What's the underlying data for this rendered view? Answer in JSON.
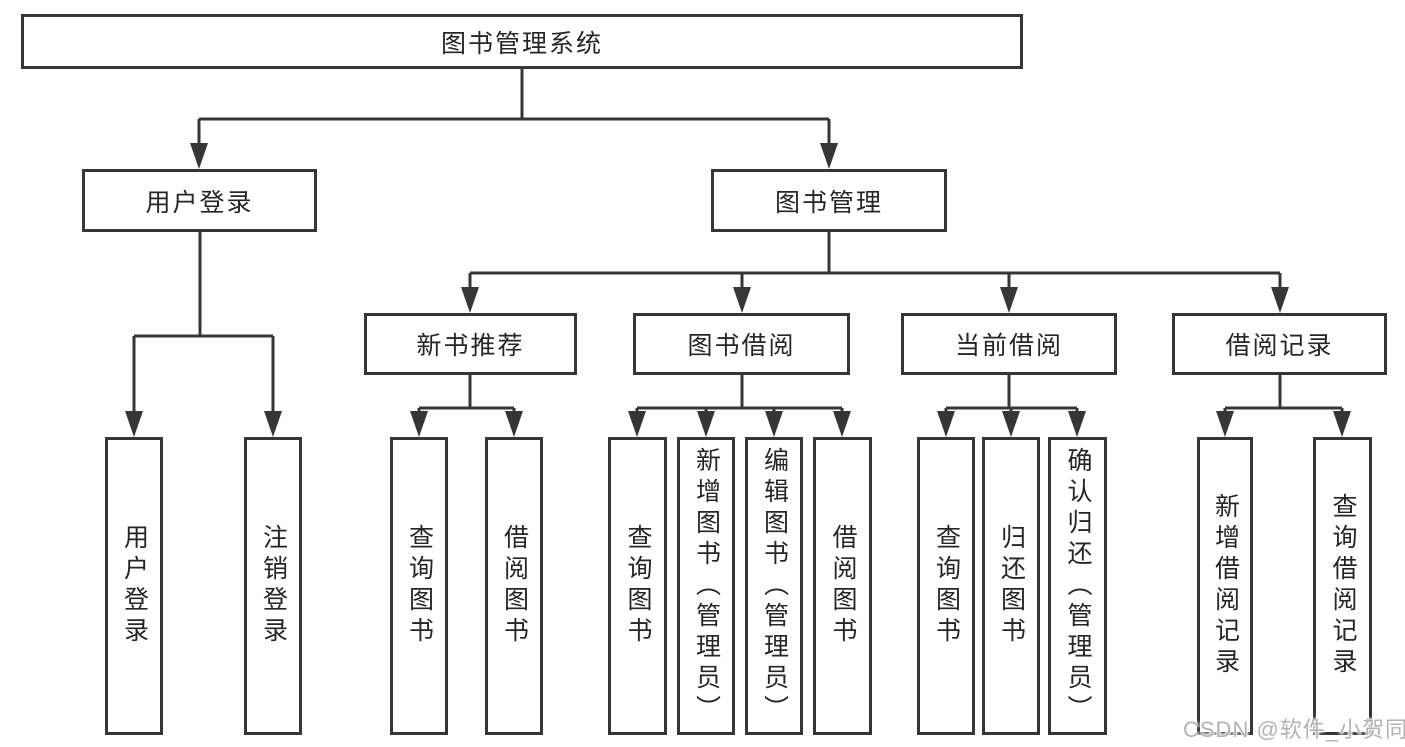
{
  "tree": {
    "label": "图书管理系统",
    "children": [
      {
        "label": "用户登录",
        "children": [
          {
            "label": "用户登录"
          },
          {
            "label": "注销登录"
          }
        ]
      },
      {
        "label": "图书管理",
        "children": [
          {
            "label": "新书推荐",
            "children": [
              {
                "label": "查询图书"
              },
              {
                "label": "借阅图书"
              }
            ]
          },
          {
            "label": "图书借阅",
            "children": [
              {
                "label": "查询图书"
              },
              {
                "label": "新增图书（管理员）"
              },
              {
                "label": "编辑图书（管理员）"
              },
              {
                "label": "借阅图书"
              }
            ]
          },
          {
            "label": "当前借阅",
            "children": [
              {
                "label": "查询图书"
              },
              {
                "label": "归还图书"
              },
              {
                "label": "确认归还（管理员）"
              }
            ]
          },
          {
            "label": "借阅记录",
            "children": [
              {
                "label": "新增借阅记录"
              },
              {
                "label": "查询借阅记录"
              }
            ]
          }
        ]
      }
    ]
  },
  "watermark": {
    "text": "CSDN @软件_小贺同学"
  },
  "colors": {
    "line": "#363636",
    "box_border": "#363636",
    "text": "#262626",
    "background": "#ffffff",
    "watermark": "#b3b3b3"
  }
}
